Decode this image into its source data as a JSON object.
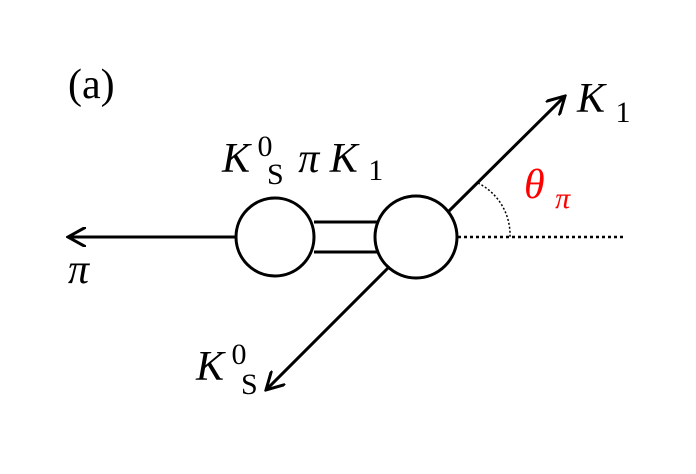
{
  "panel_label": "(a)",
  "compound": {
    "k": "K",
    "k_sup": "0",
    "k_sub": "S",
    "pi": "π",
    "k1": "K",
    "k1_sub": "1"
  },
  "labels": {
    "pi_out": "π",
    "k1_out": "K",
    "k1_out_sub": "1",
    "k0_out": "K",
    "k0_out_sup": "0",
    "k0_out_sub": "S",
    "theta": "θ",
    "theta_sub": "π"
  },
  "colors": {
    "line": "#000000",
    "theta": "#ff0000"
  }
}
